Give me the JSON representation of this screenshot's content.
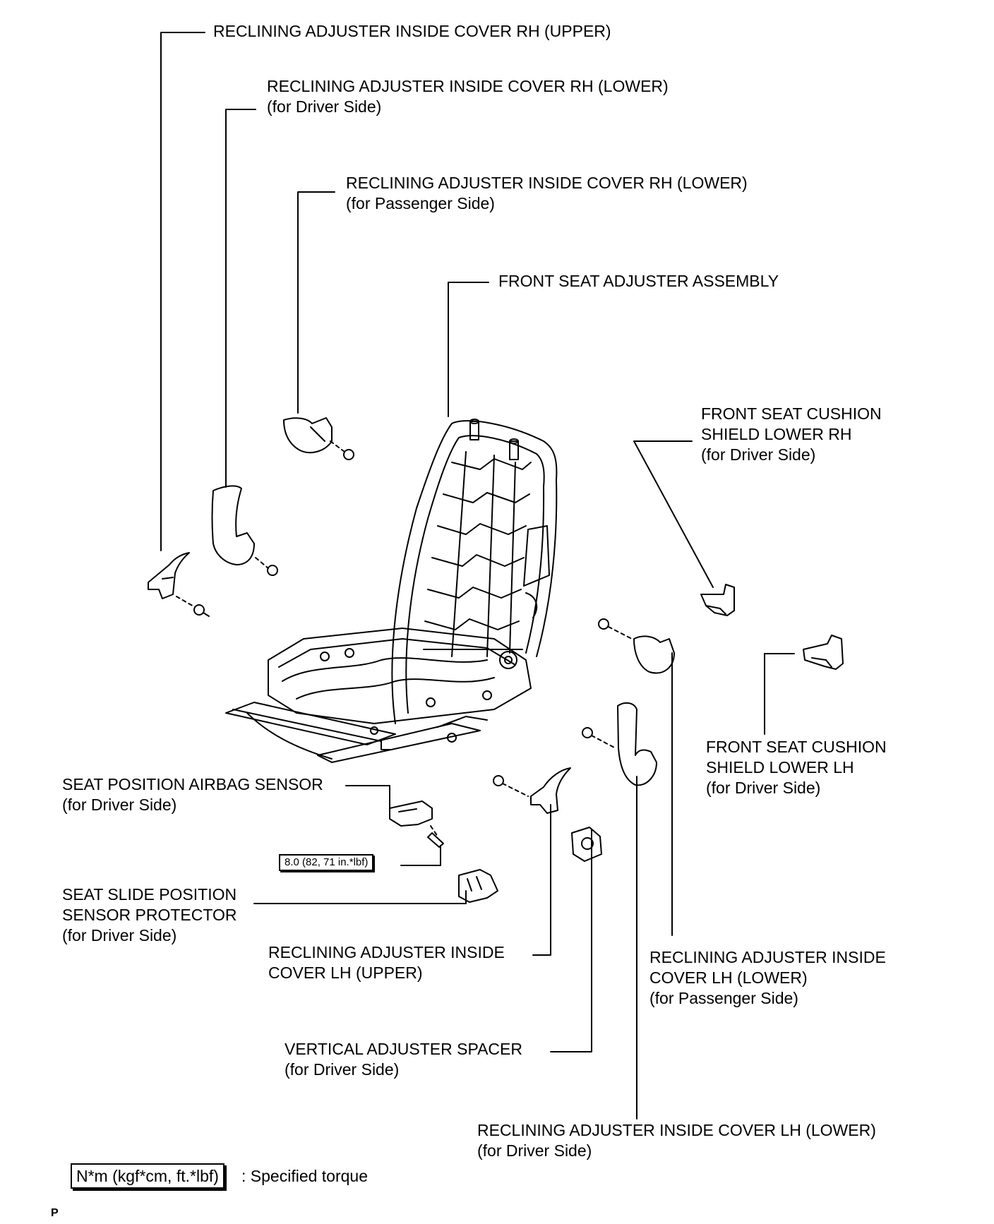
{
  "labels": {
    "recl_rh_upper": {
      "line1": "RECLINING ADJUSTER INSIDE COVER RH (UPPER)"
    },
    "recl_rh_lower_driver": {
      "line1": "RECLINING ADJUSTER INSIDE COVER RH (LOWER)",
      "line2": "(for Driver Side)"
    },
    "recl_rh_lower_passenger": {
      "line1": "RECLINING ADJUSTER INSIDE COVER RH (LOWER)",
      "line2": "(for Passenger Side)"
    },
    "front_seat_adjuster": {
      "line1": "FRONT SEAT ADJUSTER ASSEMBLY"
    },
    "cushion_shield_rh": {
      "line1": "FRONT SEAT CUSHION",
      "line2": "SHIELD LOWER RH",
      "line3": "(for Driver Side)"
    },
    "cushion_shield_lh": {
      "line1": "FRONT SEAT CUSHION",
      "line2": "SHIELD LOWER LH",
      "line3": "(for Driver Side)"
    },
    "seat_position_sensor": {
      "line1": "SEAT POSITION AIRBAG SENSOR",
      "line2": "(for Driver Side)"
    },
    "seat_slide_protector": {
      "line1": "SEAT SLIDE POSITION",
      "line2": "SENSOR PROTECTOR",
      "line3": "(for Driver Side)"
    },
    "recl_lh_upper": {
      "line1": "RECLINING ADJUSTER INSIDE",
      "line2": "COVER LH (UPPER)"
    },
    "recl_lh_lower_passenger": {
      "line1": "RECLINING ADJUSTER INSIDE",
      "line2": "COVER LH (LOWER)",
      "line3": "(for Passenger Side)"
    },
    "vertical_spacer": {
      "line1": "VERTICAL ADJUSTER SPACER",
      "line2": "(for Driver Side)"
    },
    "recl_lh_lower_driver": {
      "line1": "RECLINING ADJUSTER INSIDE COVER LH (LOWER)",
      "line2": "(for Driver Side)"
    }
  },
  "torque": {
    "value": "8.0 (82, 71 in.*lbf)"
  },
  "legend": {
    "box": "N*m (kgf*cm, ft.*lbf)",
    "text": ": Specified torque"
  },
  "page_code": "P"
}
